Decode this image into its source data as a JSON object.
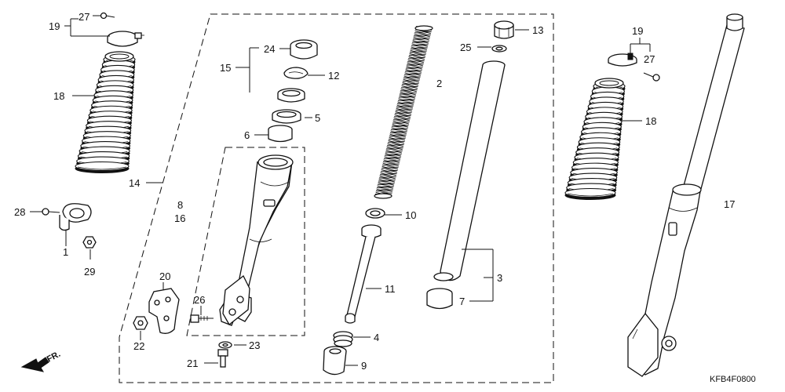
{
  "diagram": {
    "code": "KFB4F0800",
    "direction_label": "FR.",
    "callouts": {
      "c1": "1",
      "c2": "2",
      "c3": "3",
      "c4": "4",
      "c5": "5",
      "c6": "6",
      "c7": "7",
      "c8": "8",
      "c9": "9",
      "c10": "10",
      "c11": "11",
      "c12": "12",
      "c13": "13",
      "c14": "14",
      "c15": "15",
      "c16": "16",
      "c17": "17",
      "c18a": "18",
      "c18b": "18",
      "c19a": "19",
      "c19b": "19",
      "c20": "20",
      "c21": "21",
      "c22": "22",
      "c23": "23",
      "c24": "24",
      "c25": "25",
      "c26": "26",
      "c27a": "27",
      "c27b": "27",
      "c28": "28",
      "c29": "29"
    }
  }
}
